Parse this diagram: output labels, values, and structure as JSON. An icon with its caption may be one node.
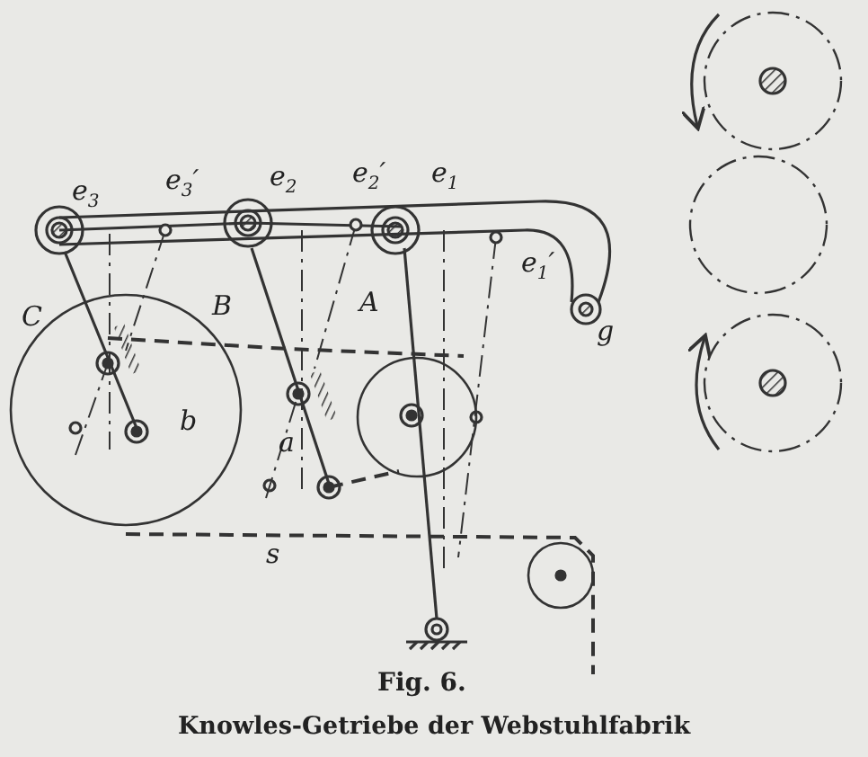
{
  "diagram": {
    "caption": "Knowles-Getriebe der Webstuhlfabrik",
    "labels": [
      "e$_{3}$",
      "e$_{3}$′",
      "e$_{2}$",
      "e$_{2}$′",
      "e$_{1}$",
      "e$_{1}$′",
      "C",
      "B",
      "A",
      "b",
      "a",
      "g",
      "s",
      "Fig. 6."
    ]
  }
}
